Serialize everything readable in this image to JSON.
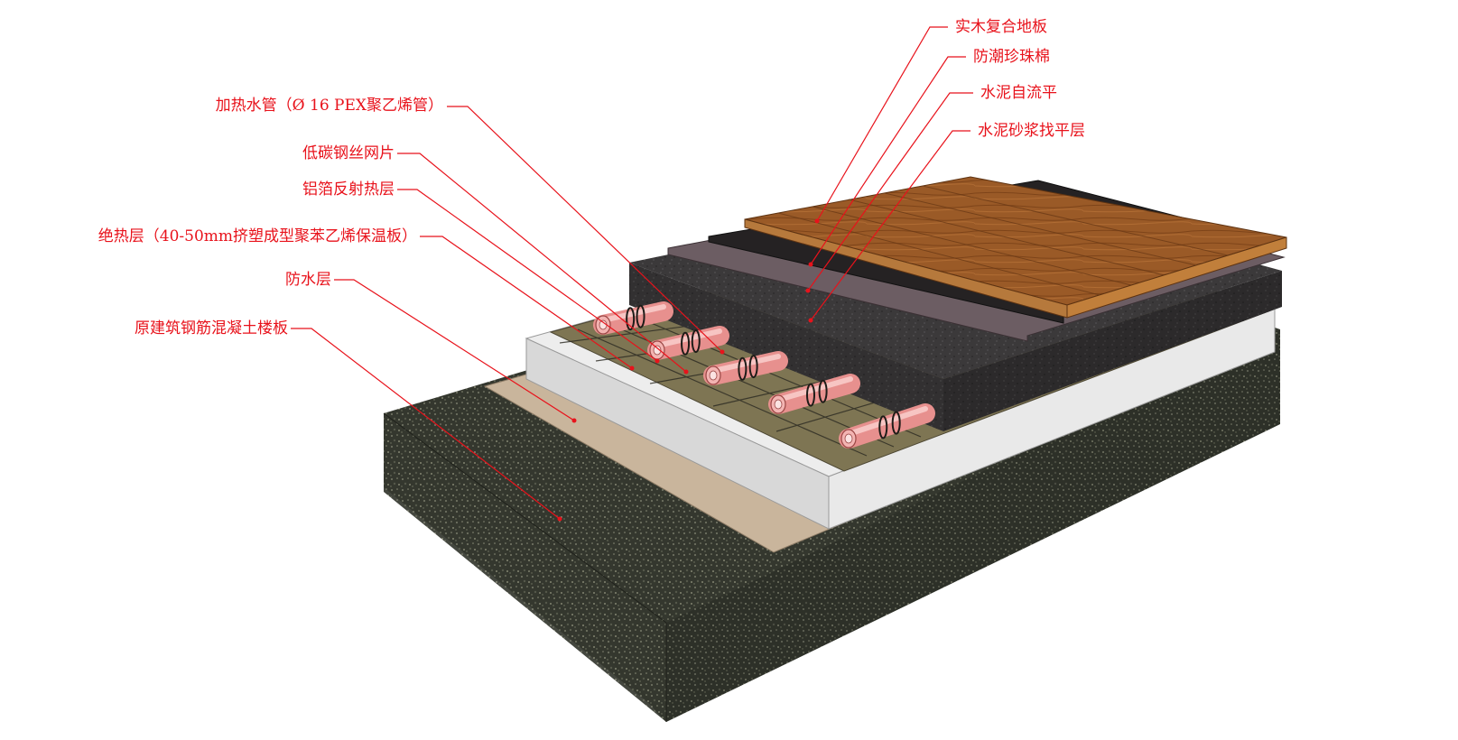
{
  "diagram": {
    "labels_right": [
      {
        "id": "wood-floor",
        "text": "实木复合地板"
      },
      {
        "id": "moisture-foam",
        "text": "防潮珍珠棉"
      },
      {
        "id": "self-leveling",
        "text": "水泥自流平"
      },
      {
        "id": "mortar-leveling",
        "text": "水泥砂浆找平层"
      }
    ],
    "labels_left": [
      {
        "id": "heating-pipe",
        "text": "加热水管（Ø 16 PEX聚乙烯管）"
      },
      {
        "id": "steel-mesh",
        "text": "低碳钢丝网片"
      },
      {
        "id": "foil-reflect",
        "text": "铝箔反射热层"
      },
      {
        "id": "insulation",
        "text": "绝热层（40-50mm挤塑成型聚苯乙烯保温板）"
      },
      {
        "id": "waterproof",
        "text": "防水层"
      },
      {
        "id": "concrete-slab",
        "text": "原建筑钢筋混凝土楼板"
      }
    ],
    "colors": {
      "leader": "#e8121b",
      "concrete_top": "#3a3d33",
      "concrete_front": "#2f3229",
      "concrete_side": "#41443a",
      "waterproof": "#c8b49c",
      "insulation": "#e4e4e4",
      "foil": "#7c7452",
      "pipe": "#f0a6a4",
      "mortar": "#3e3c3d",
      "self_leveling": "#6b5c62",
      "foam": "#2a2728",
      "wood": "#9b5a26"
    }
  }
}
